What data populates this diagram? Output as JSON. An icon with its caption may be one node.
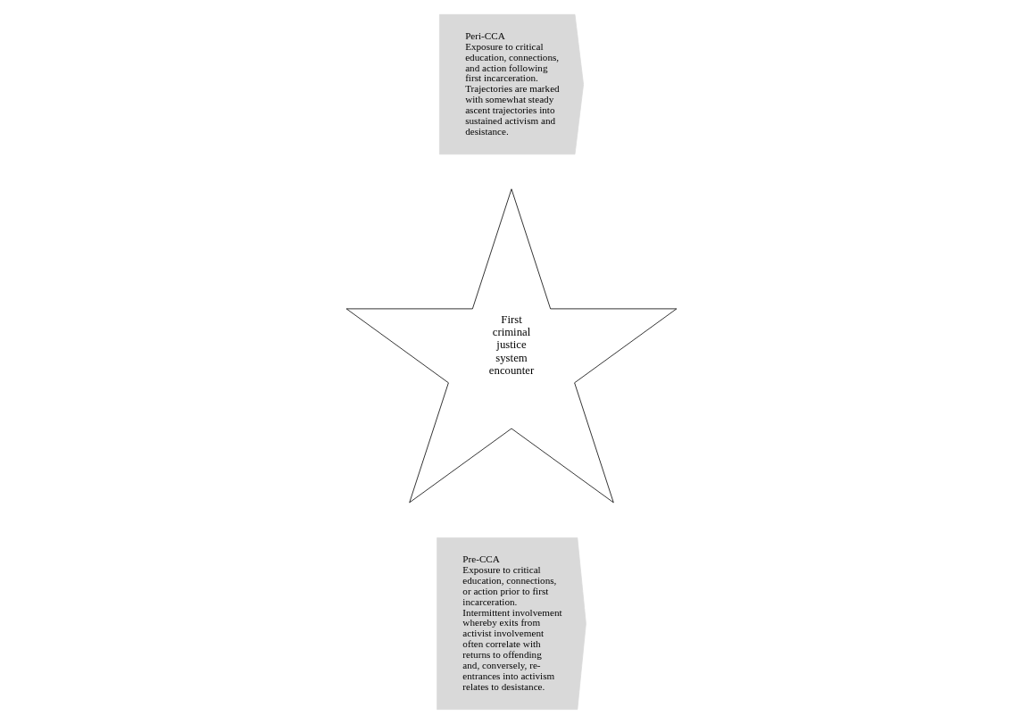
{
  "diagram": {
    "nodes": [
      {
        "text": [
          "Pre-CCA",
          "Exposure to critical education, connections, or action prior to first incarceration. Intermittent involvement whereby exits from activist involvement often correlate with returns to offending and, conversely, re-entrances into activism relates to desistance."
        ]
      },
      {
        "text": [
          "First criminal justice system encounter"
        ]
      },
      {
        "text": [
          "Peri-CCA",
          "Exposure to critical education, connections, and action following first incarceration. Trajectories are marked with somewhat steady ascent trajectories into sustained activism and desistance."
        ]
      }
    ],
    "edges": []
  }
}
